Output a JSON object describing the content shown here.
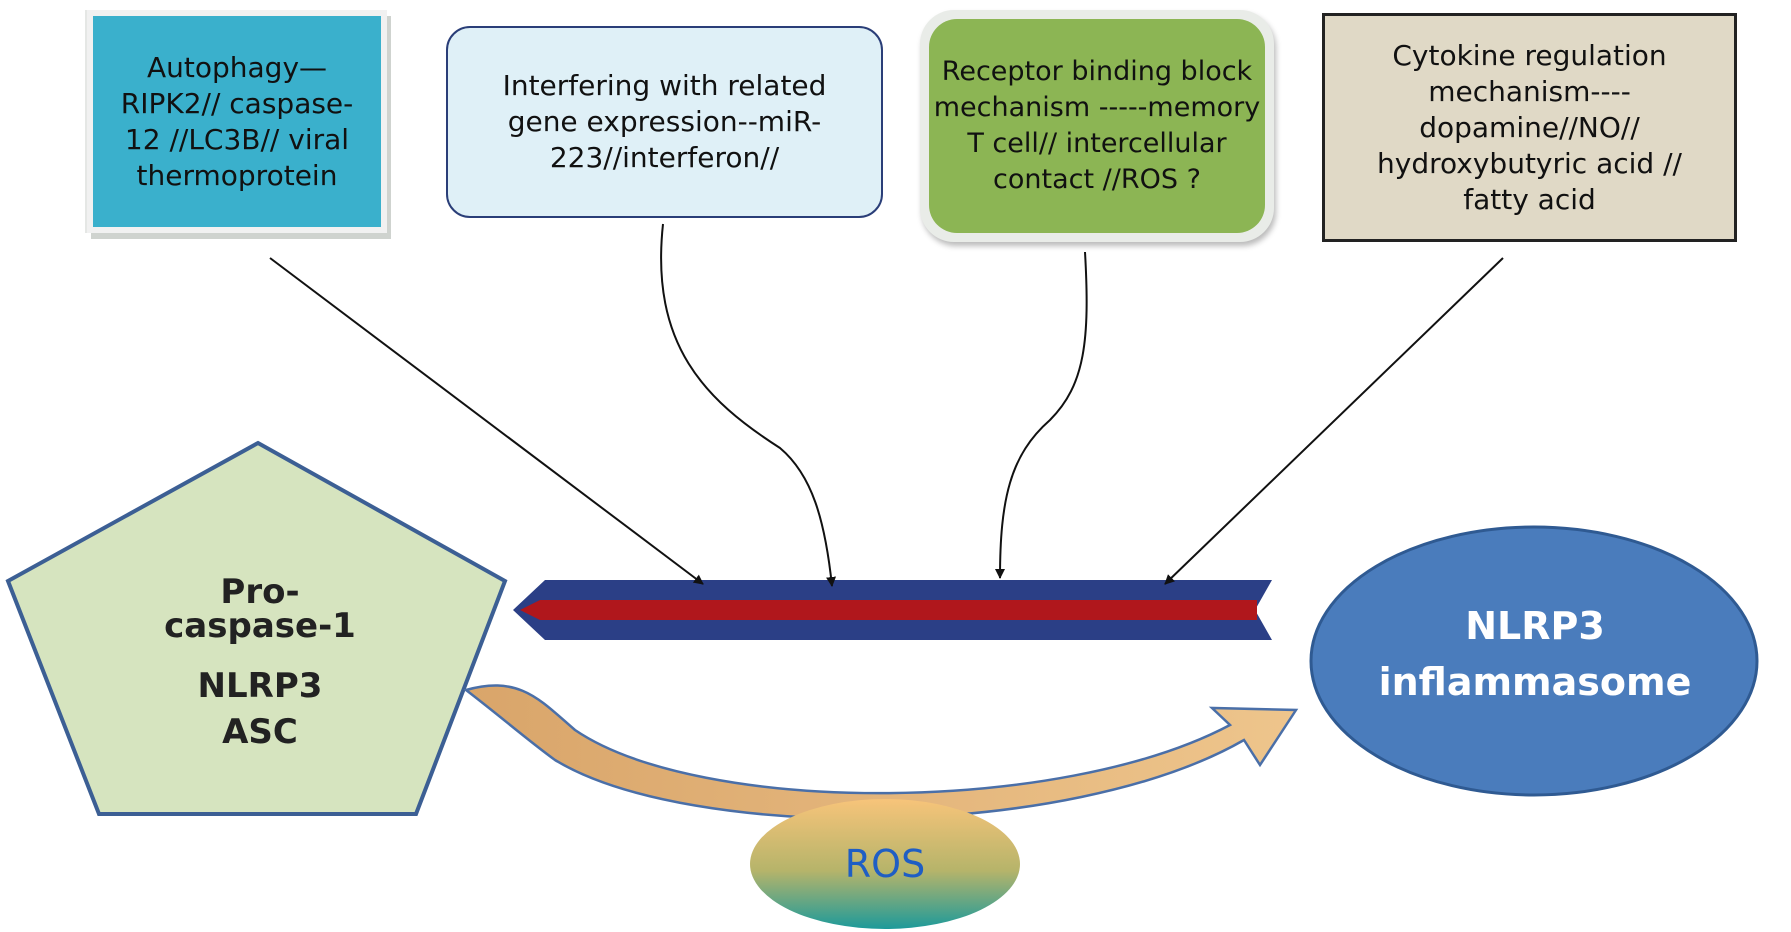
{
  "boxes": {
    "autophagy": [
      "Autophagy—",
      "RIPK2// caspase-",
      "12 //LC3B// viral",
      "thermoprotein"
    ],
    "interfering": [
      "Interfering with related",
      "gene expression--miR-",
      "223//interferon//"
    ],
    "receptor": [
      "Receptor binding block",
      "mechanism -----memory",
      "T cell// intercellular",
      "contact //ROS ?"
    ],
    "cytokine": [
      "Cytokine regulation",
      "mechanism----",
      "dopamine//NO//",
      "hydroxybutyric acid //",
      "fatty acid"
    ]
  },
  "pentagon": [
    "Pro-",
    "caspase-1",
    "NLRP3",
    "ASC"
  ],
  "ellipse": [
    "NLRP3",
    "inflammasome"
  ],
  "ros_label": "ROS",
  "colors": {
    "autophagy_fill": "#3ab0cc",
    "interfering_fill": "#dff0f7",
    "receptor_fill": "#8cb554",
    "cytokine_fill": "#e0d9c6",
    "pentagon_fill": "#d6e4bf",
    "ellipse_fill": "#4a7cbc",
    "double_arrow_outer": "#2b3f86",
    "double_arrow_inner": "#b0171c",
    "curved_arrow": "#d9a56a",
    "ros_top": "#f7c47a",
    "ros_bottom": "#1d9a9a"
  }
}
